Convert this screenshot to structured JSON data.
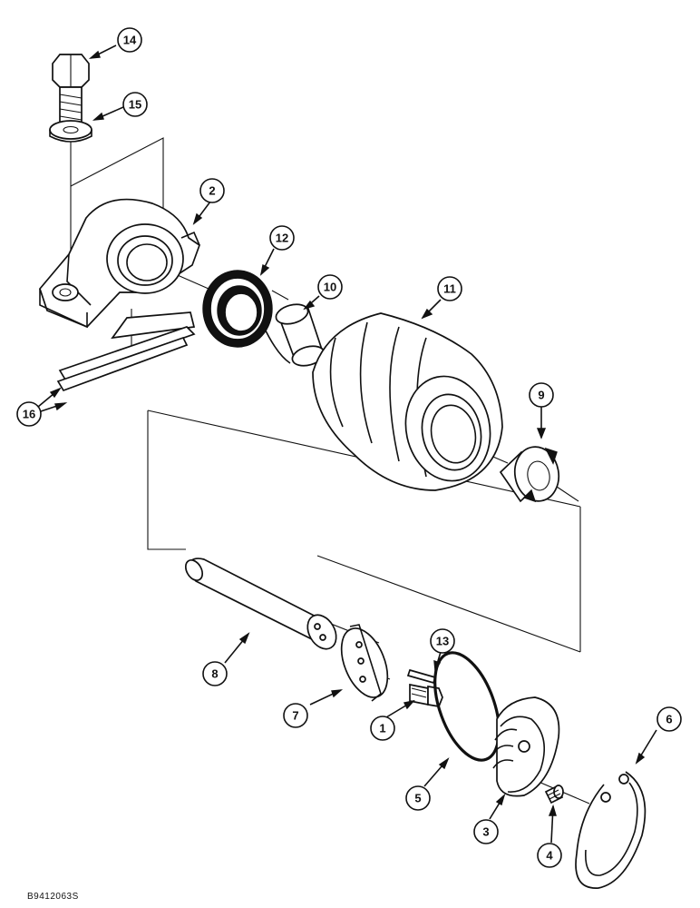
{
  "figure_code": "B9412063S",
  "callouts": {
    "c1": "1",
    "c2": "2",
    "c3": "3",
    "c4": "4",
    "c5": "5",
    "c6": "6",
    "c7": "7",
    "c8": "8",
    "c9": "9",
    "c10": "10",
    "c11": "11",
    "c12": "12",
    "c13": "13",
    "c14": "14",
    "c15": "15",
    "c16": "16"
  }
}
